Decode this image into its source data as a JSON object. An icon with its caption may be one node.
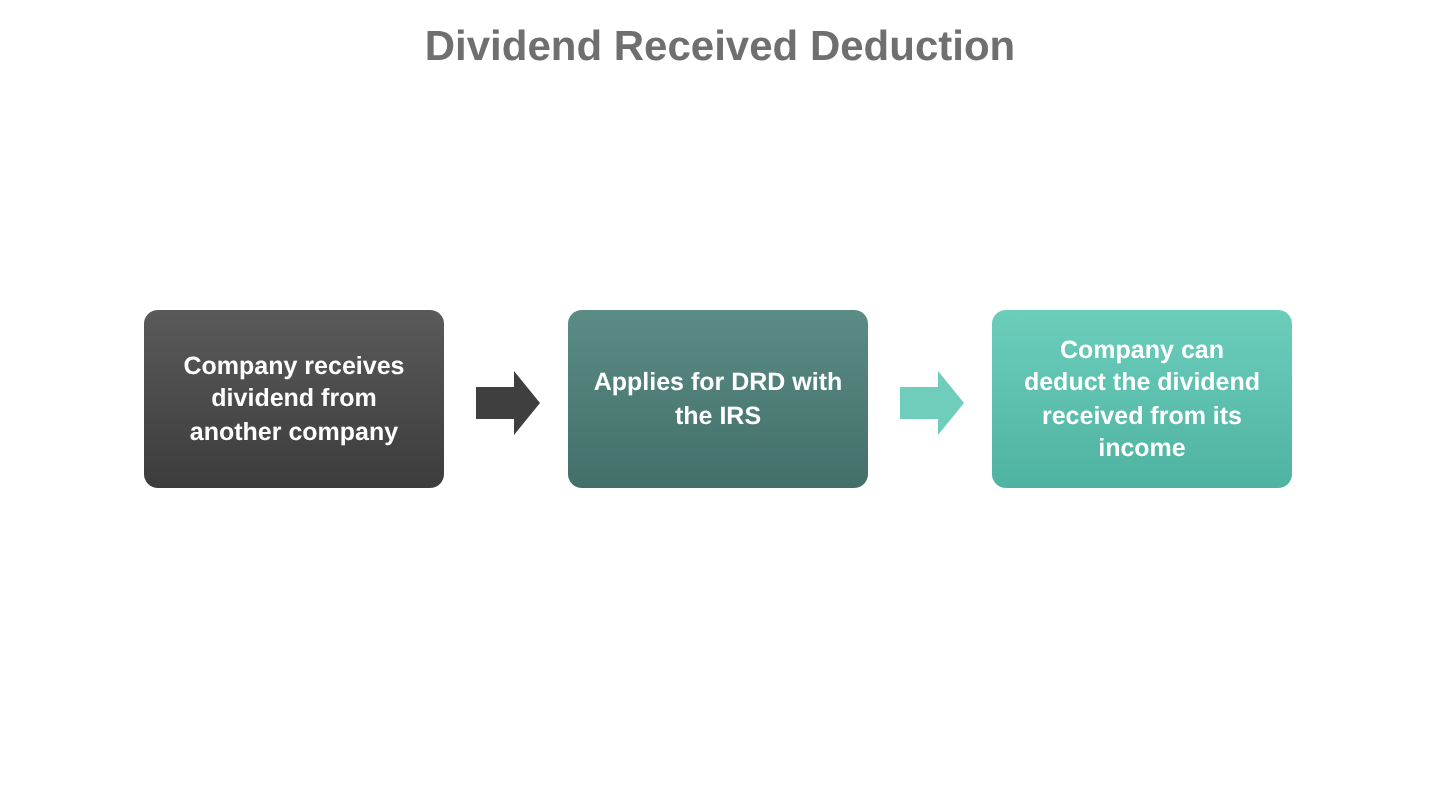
{
  "diagram": {
    "title": "Dividend Received Deduction",
    "nodes": [
      {
        "text": [
          "Company receives dividend from another company"
        ]
      },
      {
        "text": [
          "Applies for DRD with the IRS"
        ]
      },
      {
        "text": [
          "Company can deduct the dividend received from its income"
        ]
      }
    ],
    "edges": [
      {
        "from": 0,
        "to": 1,
        "arrow": "to",
        "color": "#3f3f3f"
      },
      {
        "from": 1,
        "to": 2,
        "arrow": "to",
        "color": "#6fcdbb"
      }
    ]
  }
}
